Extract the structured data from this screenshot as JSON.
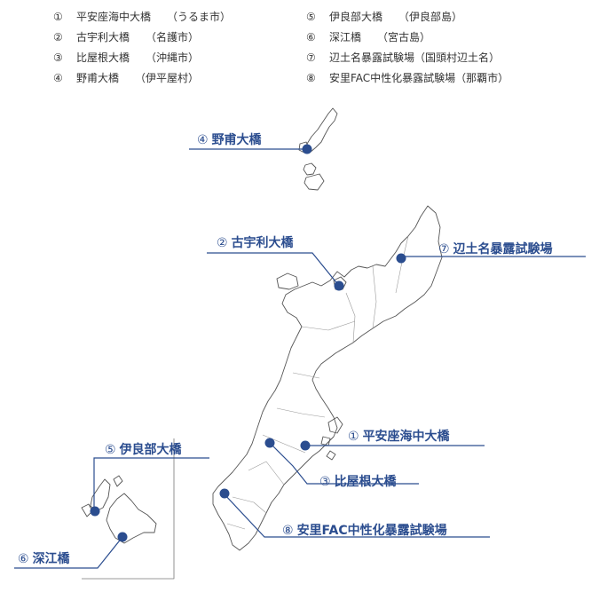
{
  "legend": {
    "items": [
      {
        "num": "①",
        "name": "平安座海中大橋",
        "place": "（うるま市）"
      },
      {
        "num": "②",
        "name": "古宇利大橋",
        "place": "（名護市）"
      },
      {
        "num": "③",
        "name": "比屋根大橋",
        "place": "（沖縄市）"
      },
      {
        "num": "④",
        "name": "野甫大橋",
        "place": "（伊平屋村）"
      },
      {
        "num": "⑤",
        "name": "伊良部大橋",
        "place": "（伊良部島）"
      },
      {
        "num": "⑥",
        "name": "深江橋",
        "place": "（宮古島）"
      },
      {
        "num": "⑦",
        "name": "辺土名暴露試験場（国頭村辺土名）",
        "place": ""
      },
      {
        "num": "⑧",
        "name": "安里FAC中性化暴露試験場（那覇市）",
        "place": ""
      }
    ]
  },
  "labels": {
    "l1": {
      "num": "①",
      "text": "平安座海中大橋"
    },
    "l2": {
      "num": "②",
      "text": "古宇利大橋"
    },
    "l3": {
      "num": "③",
      "text": "比屋根大橋"
    },
    "l4": {
      "num": "④",
      "text": "野甫大橋"
    },
    "l5": {
      "num": "⑤",
      "text": "伊良部大橋"
    },
    "l6": {
      "num": "⑥",
      "text": "深江橋"
    },
    "l7": {
      "num": "⑦",
      "text": "辺土名暴露試験場"
    },
    "l8": {
      "num": "⑧",
      "text": "安里FAC中性化暴露試験場"
    }
  },
  "colors": {
    "marker": "#2b4d8f",
    "label": "#2b4d8f",
    "coast": "#555555",
    "leader": "#2b4d8f"
  }
}
